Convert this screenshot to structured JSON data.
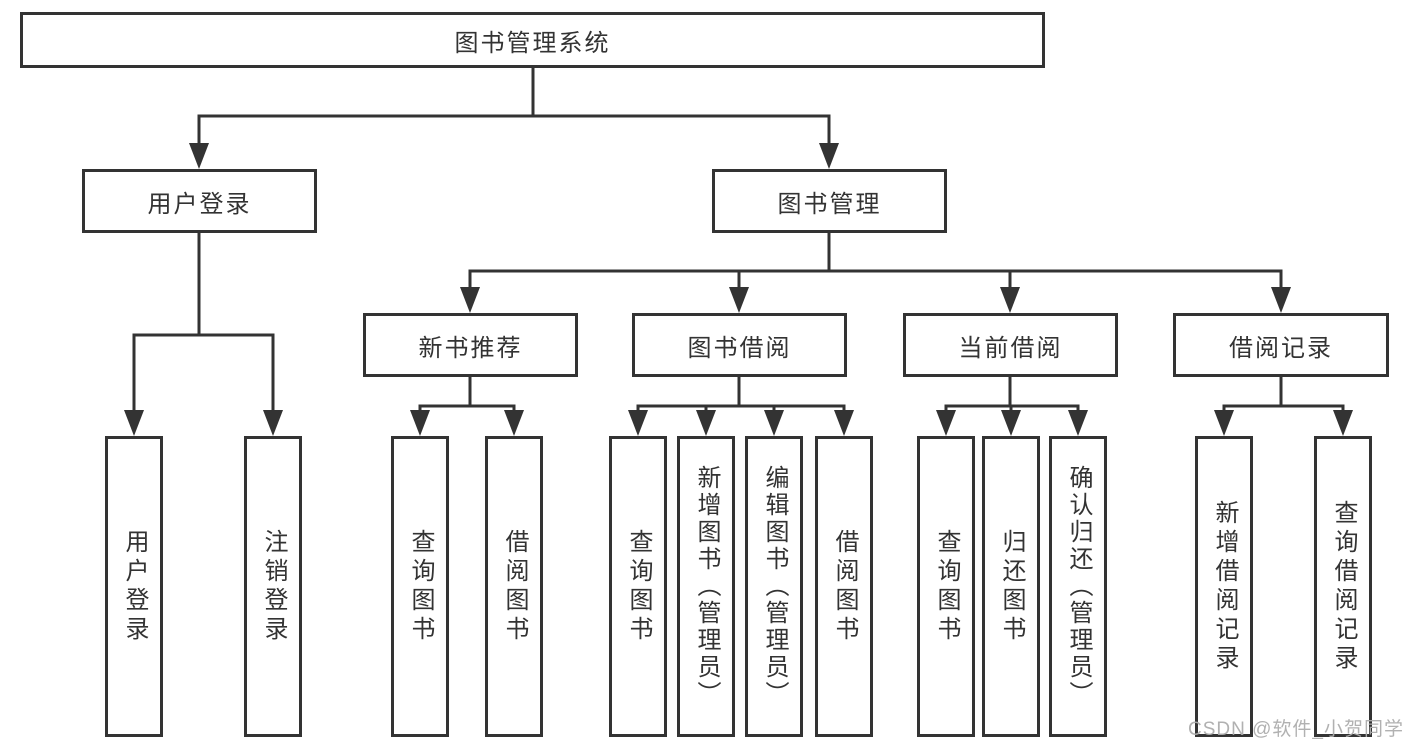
{
  "diagram": {
    "type": "hierarchy-tree",
    "root": {
      "label": "图书管理系统"
    },
    "level2": [
      {
        "label": "用户登录"
      },
      {
        "label": "图书管理"
      }
    ],
    "level3": [
      {
        "label": "新书推荐",
        "parent": "图书管理"
      },
      {
        "label": "图书借阅",
        "parent": "图书管理"
      },
      {
        "label": "当前借阅",
        "parent": "图书管理"
      },
      {
        "label": "借阅记录",
        "parent": "图书管理"
      }
    ],
    "leaves": [
      {
        "label": "用户登录",
        "parent": "用户登录"
      },
      {
        "label": "注销登录",
        "parent": "用户登录"
      },
      {
        "label": "查询图书",
        "parent": "新书推荐"
      },
      {
        "label": "借阅图书",
        "parent": "新书推荐"
      },
      {
        "label": "查询图书",
        "parent": "图书借阅"
      },
      {
        "label": "新增图书（管理员）",
        "parent": "图书借阅"
      },
      {
        "label": "编辑图书（管理员）",
        "parent": "图书借阅"
      },
      {
        "label": "借阅图书",
        "parent": "图书借阅"
      },
      {
        "label": "查询图书",
        "parent": "当前借阅"
      },
      {
        "label": "归还图书",
        "parent": "当前借阅"
      },
      {
        "label": "确认归还（管理员）",
        "parent": "当前借阅"
      },
      {
        "label": "新增借阅记录",
        "parent": "借阅记录"
      },
      {
        "label": "查询借阅记录",
        "parent": "借阅记录"
      }
    ],
    "colors": {
      "line": "#333333",
      "text": "#333333",
      "background": "#ffffff",
      "watermark": "#adadad"
    }
  },
  "watermark": {
    "text": "CSDN @软件_小贺同学"
  }
}
